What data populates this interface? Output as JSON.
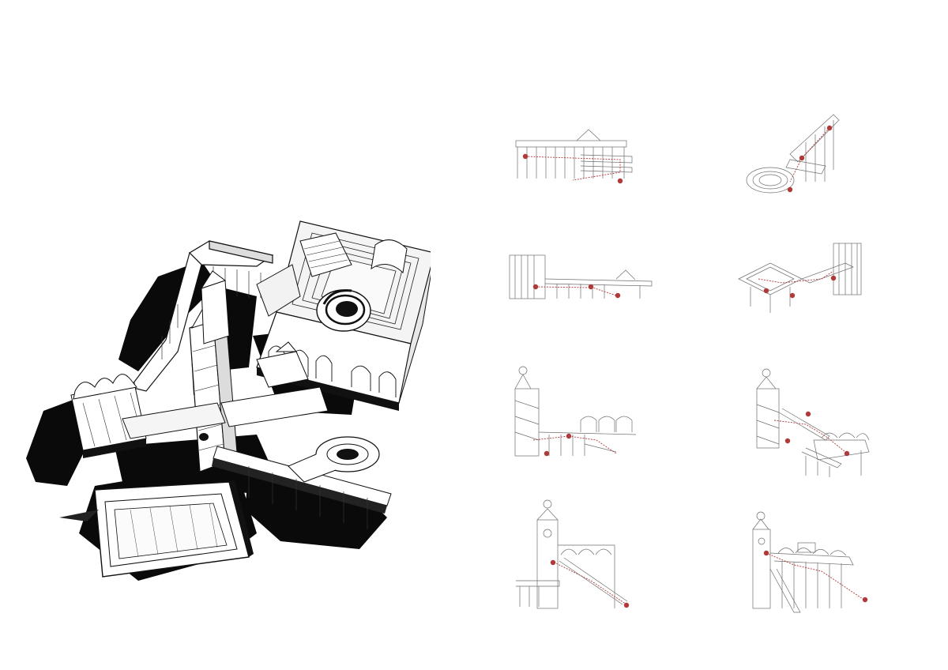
{
  "sheet": {
    "background": "#ffffff",
    "ink_color": "#111111",
    "shadow_color": "#0a0a0a",
    "line_color": "#6f6f6f",
    "path_marker_color": "#b03a3a"
  },
  "main_drawing": {
    "kind": "axonometric-site-overview"
  },
  "sequence": {
    "kind": "circulation-path-axonometrics",
    "rows": 4,
    "columns": 2,
    "views": [
      {
        "id": "view-1",
        "variant": "pavilion-elevation"
      },
      {
        "id": "view-2",
        "variant": "ramp-spiral"
      },
      {
        "id": "view-3",
        "variant": "tower-bridge-elevation"
      },
      {
        "id": "view-4",
        "variant": "square-tower-axo"
      },
      {
        "id": "view-5",
        "variant": "clock-tower-stairs"
      },
      {
        "id": "view-6",
        "variant": "tower-bridge-arcade"
      },
      {
        "id": "view-7",
        "variant": "clock-tower-arcade"
      },
      {
        "id": "view-8",
        "variant": "clock-tower-ramp"
      }
    ]
  }
}
